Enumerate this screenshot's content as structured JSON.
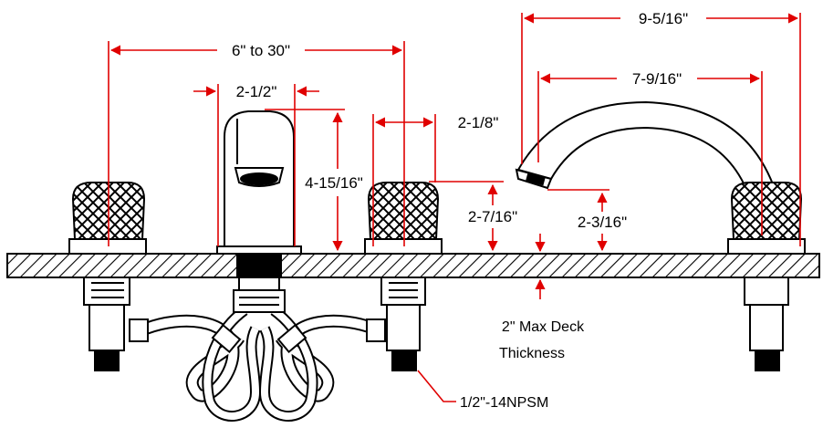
{
  "colors": {
    "dimension_line": "#e00000",
    "outline": "#000000",
    "deck_fill": "#ffffff",
    "hatch": "#000000"
  },
  "dimensions": {
    "spread": "6\" to 30\"",
    "spout_base_width": "2-1/2\"",
    "spout_height": "4-15/16\"",
    "handle_base": "2-1/8\"",
    "handle_height": "2-7/16\"",
    "spout_reach_overall": "9-5/16\"",
    "spout_reach": "7-9/16\"",
    "spout_clearance": "2-3/16\""
  },
  "notes": {
    "deck_line1": "2\" Max Deck",
    "deck_line2": "Thickness",
    "thread": "1/2\"-14NPSM"
  }
}
